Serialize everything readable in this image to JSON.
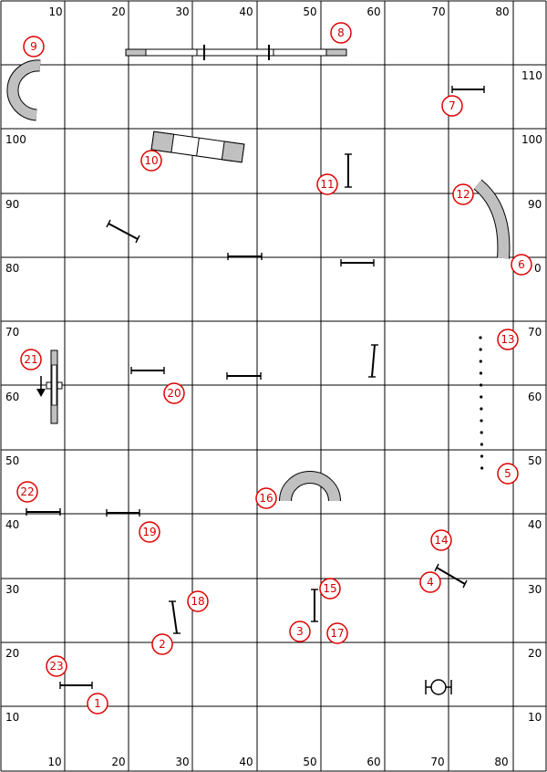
{
  "grid": {
    "top_labels": [
      "10",
      "20",
      "30",
      "40",
      "50",
      "60",
      "70",
      "80"
    ],
    "bottom_labels": [
      "10",
      "20",
      "30",
      "40",
      "50",
      "60",
      "70",
      "80"
    ],
    "left_labels": [
      "",
      "100",
      "90",
      "80",
      "70",
      "60",
      "50",
      "40",
      "30",
      "20",
      "10"
    ],
    "right_labels": [
      "110",
      "100",
      "90",
      "0",
      "70",
      "60",
      "50",
      "40",
      "30",
      "20",
      "10"
    ]
  },
  "obstacles": {
    "numbers": [
      "1",
      "2",
      "3",
      "4",
      "5",
      "6",
      "7",
      "8",
      "9",
      "10",
      "11",
      "12",
      "13",
      "14",
      "15",
      "16",
      "17",
      "18",
      "19",
      "20",
      "21",
      "22",
      "23"
    ],
    "colors": {
      "line": "#000000",
      "tunnel": "#c0c0c0",
      "number_circle": "#e00000",
      "number_text": "#d00000"
    }
  }
}
